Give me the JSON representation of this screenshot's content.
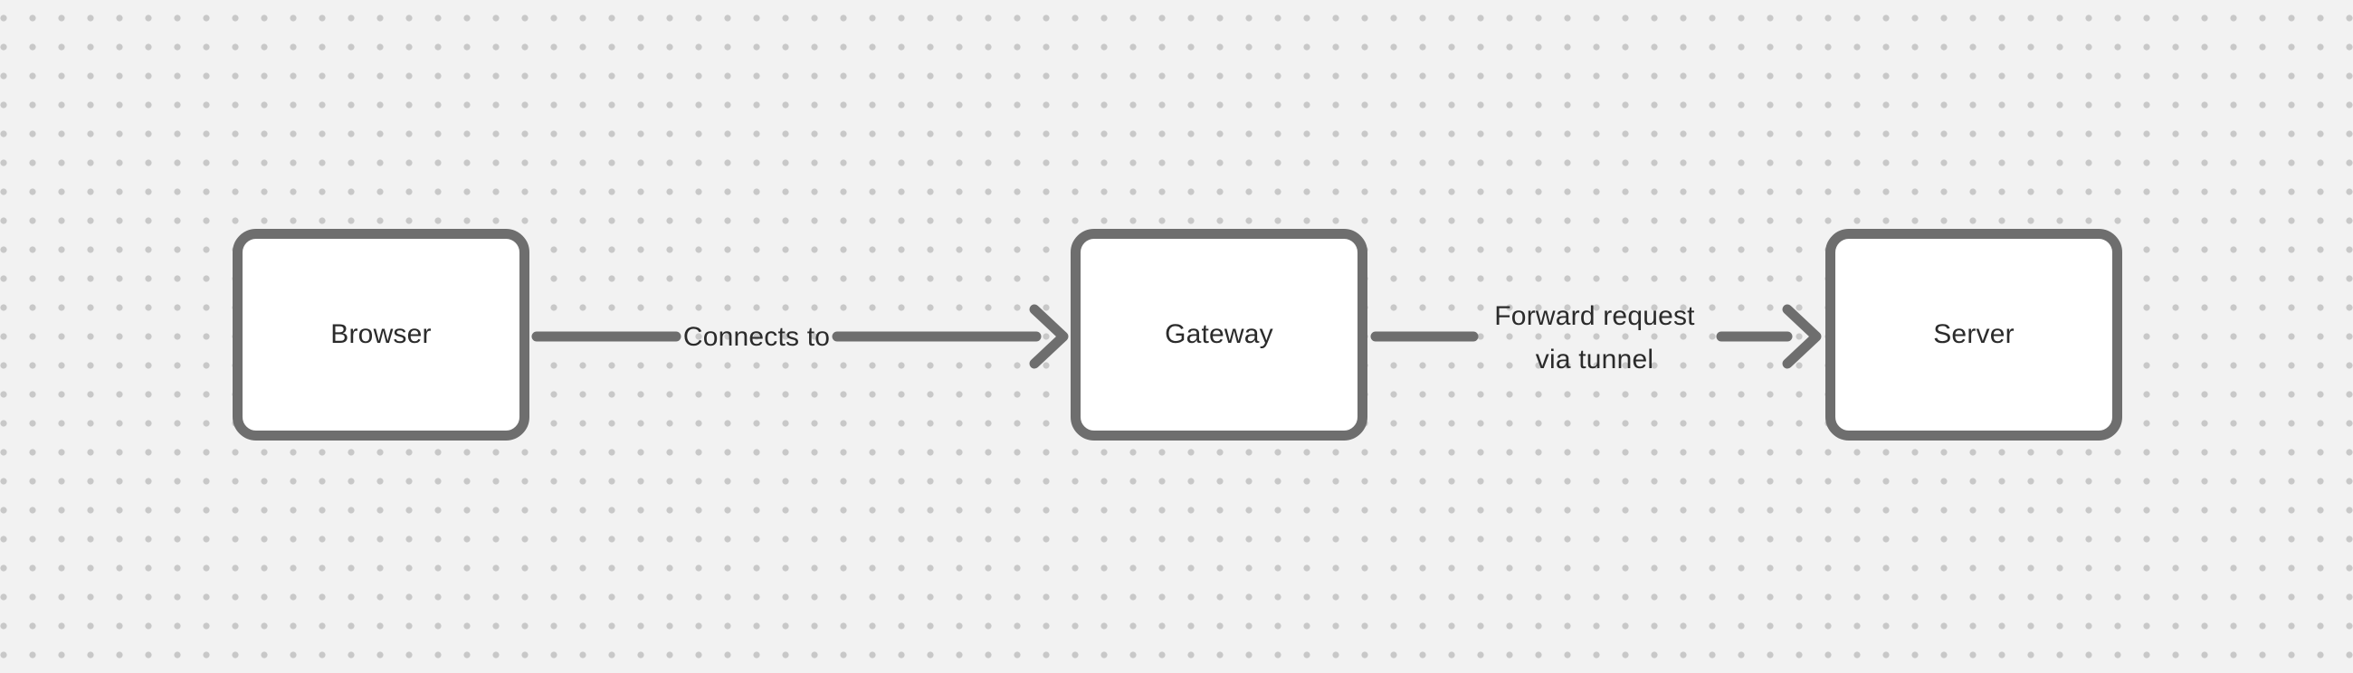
{
  "theme": {
    "canvas_bg": "#f2f2f2",
    "dot_color": "#c8c8c8",
    "shape_stroke": "#6e6e6e",
    "shape_fill": "#ffffff",
    "text_color": "#2b2b2b"
  },
  "diagram": {
    "nodes": [
      {
        "id": "browser",
        "label": "Browser"
      },
      {
        "id": "gateway",
        "label": "Gateway"
      },
      {
        "id": "server",
        "label": "Server"
      }
    ],
    "connectors": [
      {
        "from": "browser",
        "to": "gateway",
        "label": "Connects to",
        "label_lines": [
          "Connects to"
        ]
      },
      {
        "from": "gateway",
        "to": "server",
        "label": "Forward request via tunnel",
        "label_lines": [
          "Forward request",
          "via tunnel"
        ]
      }
    ]
  }
}
